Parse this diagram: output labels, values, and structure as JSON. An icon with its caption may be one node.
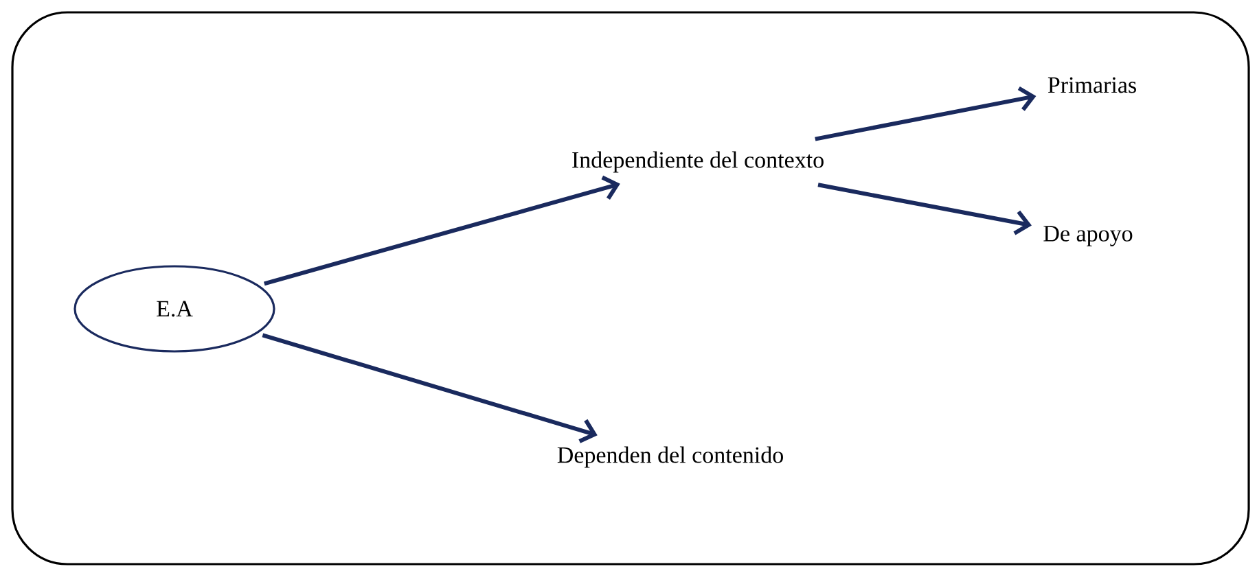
{
  "diagram": {
    "nodes": [
      {
        "text": [],
        "shape": "box"
      },
      {
        "text": [
          "E.A"
        ],
        "in": 0
      },
      {
        "text": [
          "Independiente del contexto"
        ],
        "in": 0
      },
      {
        "text": [
          "Primarias"
        ],
        "in": 0
      },
      {
        "text": [
          "De apoyo"
        ],
        "in": 0
      },
      {
        "text": [
          "Dependen del contenido"
        ],
        "in": 0
      }
    ],
    "edges": [
      {
        "from": 1,
        "to": 2,
        "arrow": "to"
      },
      {
        "from": 1,
        "to": 5,
        "arrow": "to"
      },
      {
        "from": 2,
        "to": 3,
        "arrow": "to"
      },
      {
        "from": 2,
        "to": 4,
        "arrow": "to"
      }
    ]
  }
}
